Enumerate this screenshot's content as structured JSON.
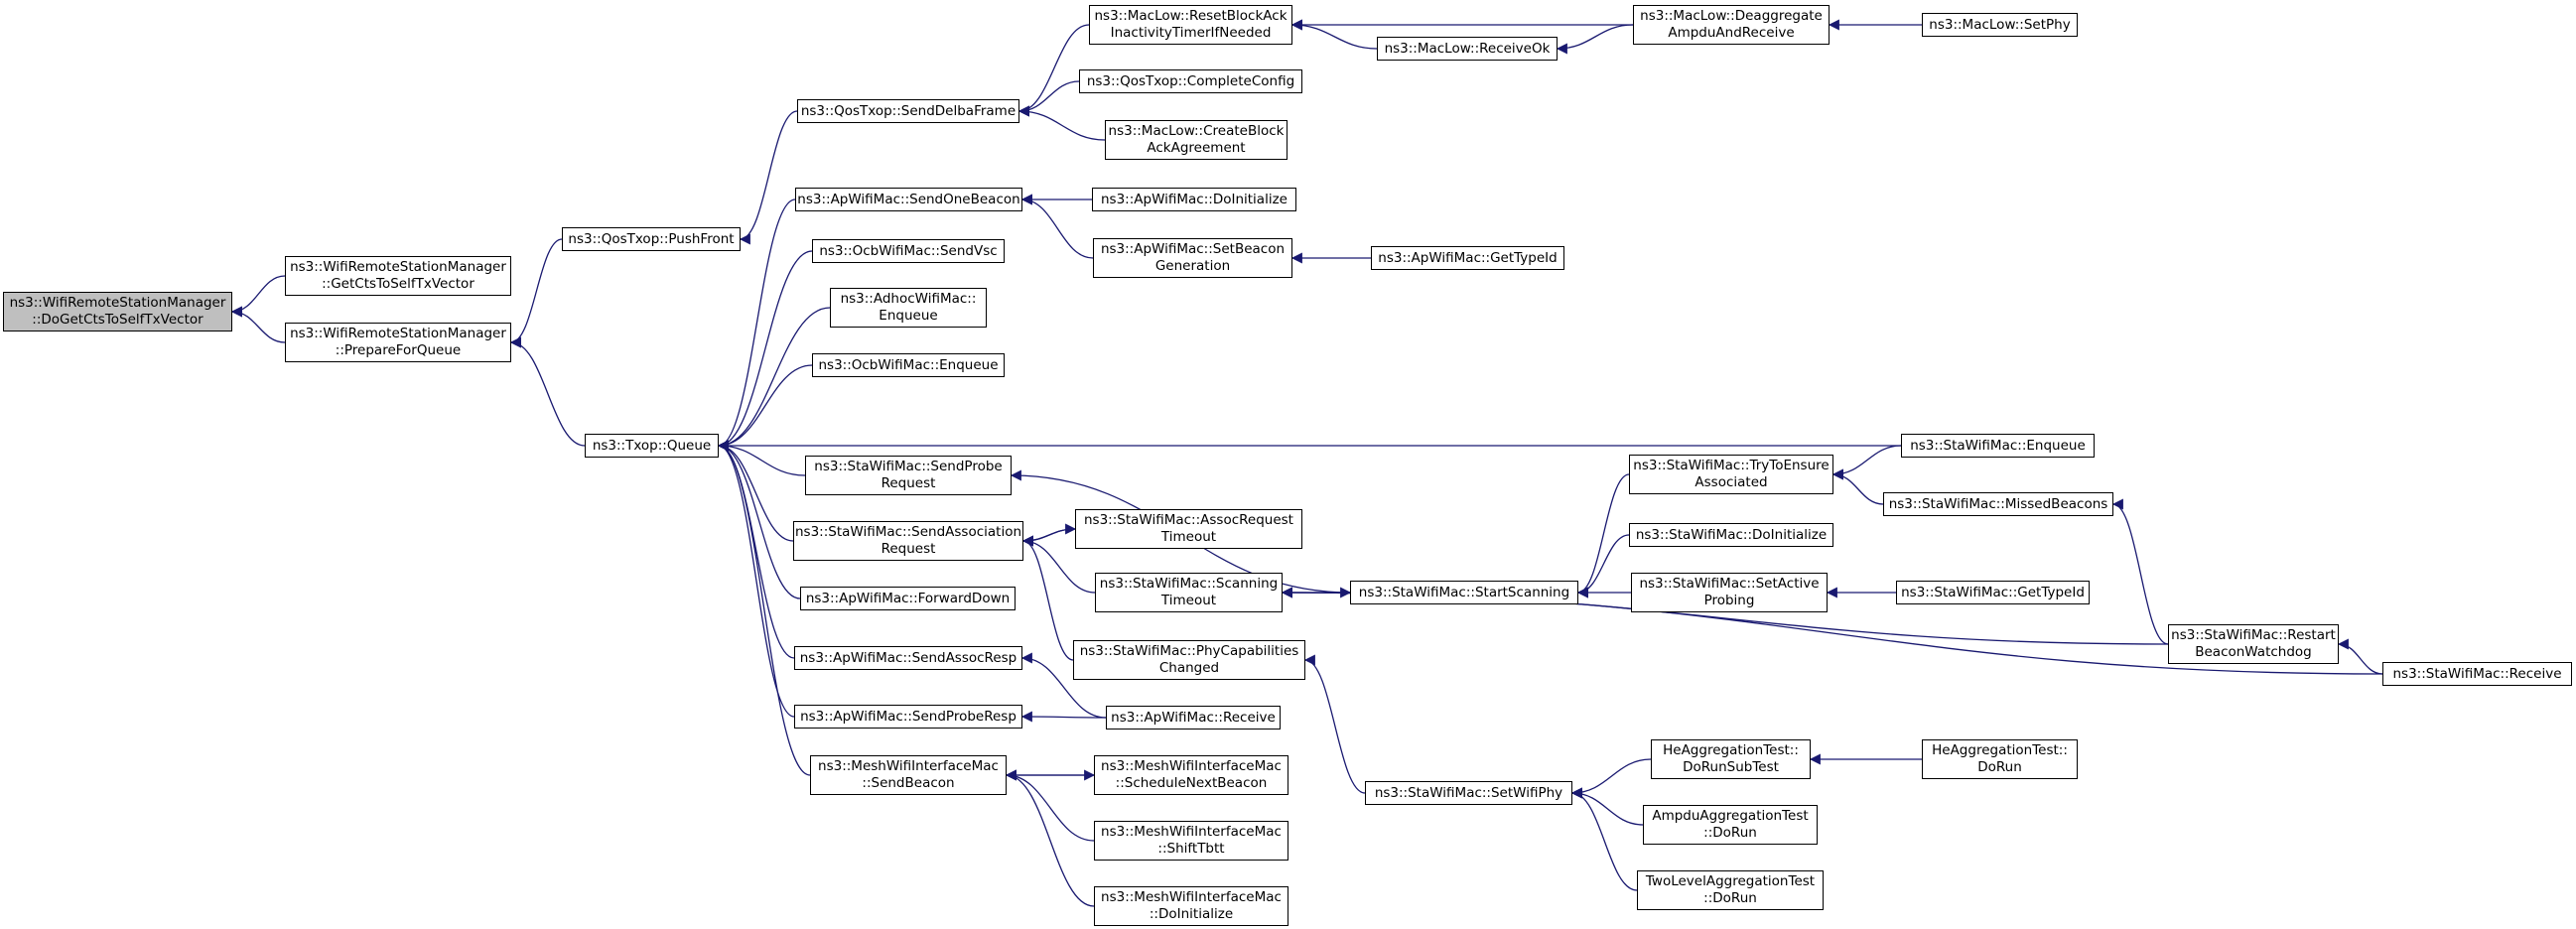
{
  "colors": {
    "edge": "#191970",
    "root_fill": "#bfbfbf",
    "node_border": "#000000"
  },
  "nodes": [
    {
      "id": "root",
      "lines": [
        "ns3::WifiRemoteStationManager",
        "::DoGetCtsToSelfTxVector"
      ]
    },
    {
      "id": "getcts",
      "lines": [
        "ns3::WifiRemoteStationManager",
        "::GetCtsToSelfTxVector"
      ]
    },
    {
      "id": "prepare",
      "lines": [
        "ns3::WifiRemoteStationManager",
        "::PrepareForQueue"
      ]
    },
    {
      "id": "pushfront",
      "lines": [
        "ns3::QosTxop::PushFront"
      ]
    },
    {
      "id": "queue",
      "lines": [
        "ns3::Txop::Queue"
      ]
    },
    {
      "id": "senddelba",
      "lines": [
        "ns3::QosTxop::SendDelbaFrame"
      ]
    },
    {
      "id": "resetblock",
      "lines": [
        "ns3::MacLow::ResetBlockAck",
        "InactivityTimerIfNeeded"
      ]
    },
    {
      "id": "deaggregate",
      "lines": [
        "ns3::MacLow::Deaggregate",
        "AmpduAndReceive"
      ]
    },
    {
      "id": "setphy",
      "lines": [
        "ns3::MacLow::SetPhy"
      ]
    },
    {
      "id": "receiveok",
      "lines": [
        "ns3::MacLow::ReceiveOk"
      ]
    },
    {
      "id": "completeconfig",
      "lines": [
        "ns3::QosTxop::CompleteConfig"
      ]
    },
    {
      "id": "createblock",
      "lines": [
        "ns3::MacLow::CreateBlock",
        "AckAgreement"
      ]
    },
    {
      "id": "sendonebeacon",
      "lines": [
        "ns3::ApWifiMac::SendOneBeacon"
      ]
    },
    {
      "id": "apdoinit",
      "lines": [
        "ns3::ApWifiMac::DoInitialize"
      ]
    },
    {
      "id": "setbeacongen",
      "lines": [
        "ns3::ApWifiMac::SetBeacon",
        "Generation"
      ]
    },
    {
      "id": "apgettypeid",
      "lines": [
        "ns3::ApWifiMac::GetTypeId"
      ]
    },
    {
      "id": "sendvsc",
      "lines": [
        "ns3::OcbWifiMac::SendVsc"
      ]
    },
    {
      "id": "adhocenq",
      "lines": [
        "ns3::AdhocWifiMac::",
        "Enqueue"
      ]
    },
    {
      "id": "ocbenq",
      "lines": [
        "ns3::OcbWifiMac::Enqueue"
      ]
    },
    {
      "id": "staenq",
      "lines": [
        "ns3::StaWifiMac::Enqueue"
      ]
    },
    {
      "id": "sendprobe",
      "lines": [
        "ns3::StaWifiMac::SendProbe",
        "Request"
      ]
    },
    {
      "id": "trytoensure",
      "lines": [
        "ns3::StaWifiMac::TryToEnsure",
        "Associated"
      ]
    },
    {
      "id": "missedbeacons",
      "lines": [
        "ns3::StaWifiMac::MissedBeacons"
      ]
    },
    {
      "id": "sendassoc",
      "lines": [
        "ns3::StaWifiMac::SendAssociation",
        "Request"
      ]
    },
    {
      "id": "assoctimeout",
      "lines": [
        "ns3::StaWifiMac::AssocRequest",
        "Timeout"
      ]
    },
    {
      "id": "stadoinit",
      "lines": [
        "ns3::StaWifiMac::DoInitialize"
      ]
    },
    {
      "id": "scantimeout",
      "lines": [
        "ns3::StaWifiMac::Scanning",
        "Timeout"
      ]
    },
    {
      "id": "startscan",
      "lines": [
        "ns3::StaWifiMac::StartScanning"
      ]
    },
    {
      "id": "setactive",
      "lines": [
        "ns3::StaWifiMac::SetActive",
        "Probing"
      ]
    },
    {
      "id": "stagettypeid",
      "lines": [
        "ns3::StaWifiMac::GetTypeId"
      ]
    },
    {
      "id": "forwarddown",
      "lines": [
        "ns3::ApWifiMac::ForwardDown"
      ]
    },
    {
      "id": "restartbw",
      "lines": [
        "ns3::StaWifiMac::Restart",
        "BeaconWatchdog"
      ]
    },
    {
      "id": "phycap",
      "lines": [
        "ns3::StaWifiMac::PhyCapabilities",
        "Changed"
      ]
    },
    {
      "id": "stareceive",
      "lines": [
        "ns3::StaWifiMac::Receive"
      ]
    },
    {
      "id": "sendassocresp",
      "lines": [
        "ns3::ApWifiMac::SendAssocResp"
      ]
    },
    {
      "id": "sendproberesp",
      "lines": [
        "ns3::ApWifiMac::SendProbeResp"
      ]
    },
    {
      "id": "apreceive",
      "lines": [
        "ns3::ApWifiMac::Receive"
      ]
    },
    {
      "id": "meshsendbeacon",
      "lines": [
        "ns3::MeshWifiInterfaceMac",
        "::SendBeacon"
      ]
    },
    {
      "id": "schednext",
      "lines": [
        "ns3::MeshWifiInterfaceMac",
        "::ScheduleNextBeacon"
      ]
    },
    {
      "id": "shifttbtt",
      "lines": [
        "ns3::MeshWifiInterfaceMac",
        "::ShiftTbtt"
      ]
    },
    {
      "id": "meshdoinit",
      "lines": [
        "ns3::MeshWifiInterfaceMac",
        "::DoInitialize"
      ]
    },
    {
      "id": "setwifiphy",
      "lines": [
        "ns3::StaWifiMac::SetWifiPhy"
      ]
    },
    {
      "id": "hesubtest",
      "lines": [
        "HeAggregationTest::",
        "DoRunSubTest"
      ]
    },
    {
      "id": "hedorun",
      "lines": [
        "HeAggregationTest::",
        "DoRun"
      ]
    },
    {
      "id": "ampdudorun",
      "lines": [
        "AmpduAggregationTest",
        "::DoRun"
      ]
    },
    {
      "id": "twoleveldorun",
      "lines": [
        "TwoLevelAggregationTest",
        "::DoRun"
      ]
    }
  ],
  "edges": [
    [
      "getcts",
      "root"
    ],
    [
      "prepare",
      "root"
    ],
    [
      "pushfront",
      "prepare"
    ],
    [
      "queue",
      "prepare"
    ],
    [
      "senddelba",
      "pushfront"
    ],
    [
      "resetblock",
      "senddelba"
    ],
    [
      "completeconfig",
      "senddelba"
    ],
    [
      "createblock",
      "senddelba"
    ],
    [
      "deaggregate",
      "resetblock"
    ],
    [
      "receiveok",
      "resetblock"
    ],
    [
      "deaggregate",
      "receiveok"
    ],
    [
      "setphy",
      "deaggregate"
    ],
    [
      "sendonebeacon",
      "queue"
    ],
    [
      "apdoinit",
      "sendonebeacon"
    ],
    [
      "setbeacongen",
      "sendonebeacon"
    ],
    [
      "apgettypeid",
      "setbeacongen"
    ],
    [
      "sendvsc",
      "queue"
    ],
    [
      "adhocenq",
      "queue"
    ],
    [
      "ocbenq",
      "queue"
    ],
    [
      "staenq",
      "queue"
    ],
    [
      "sendprobe",
      "queue"
    ],
    [
      "startscan",
      "sendprobe"
    ],
    [
      "trytoensure",
      "startscan"
    ],
    [
      "staenq",
      "trytoensure"
    ],
    [
      "missedbeacons",
      "trytoensure"
    ],
    [
      "restartbw",
      "missedbeacons"
    ],
    [
      "stareceive",
      "restartbw"
    ],
    [
      "sendassoc",
      "queue"
    ],
    [
      "assoctimeout",
      "sendassoc"
    ],
    [
      "sendassoc",
      "assoctimeout"
    ],
    [
      "scantimeout",
      "sendassoc"
    ],
    [
      "phycap",
      "sendassoc"
    ],
    [
      "startscan",
      "scantimeout"
    ],
    [
      "scantimeout",
      "startscan"
    ],
    [
      "stadoinit",
      "startscan"
    ],
    [
      "setactive",
      "startscan"
    ],
    [
      "stagettypeid",
      "setactive"
    ],
    [
      "restartbw",
      "scantimeout"
    ],
    [
      "stareceive",
      "scantimeout"
    ],
    [
      "forwarddown",
      "queue"
    ],
    [
      "sendassocresp",
      "queue"
    ],
    [
      "apreceive",
      "sendassocresp"
    ],
    [
      "sendproberesp",
      "queue"
    ],
    [
      "apreceive",
      "sendproberesp"
    ],
    [
      "meshsendbeacon",
      "queue"
    ],
    [
      "schednext",
      "meshsendbeacon"
    ],
    [
      "meshsendbeacon",
      "schednext"
    ],
    [
      "shifttbtt",
      "meshsendbeacon"
    ],
    [
      "meshdoinit",
      "meshsendbeacon"
    ],
    [
      "setwifiphy",
      "phycap"
    ],
    [
      "hesubtest",
      "setwifiphy"
    ],
    [
      "hedorun",
      "hesubtest"
    ],
    [
      "ampdudorun",
      "setwifiphy"
    ],
    [
      "twoleveldorun",
      "setwifiphy"
    ]
  ]
}
